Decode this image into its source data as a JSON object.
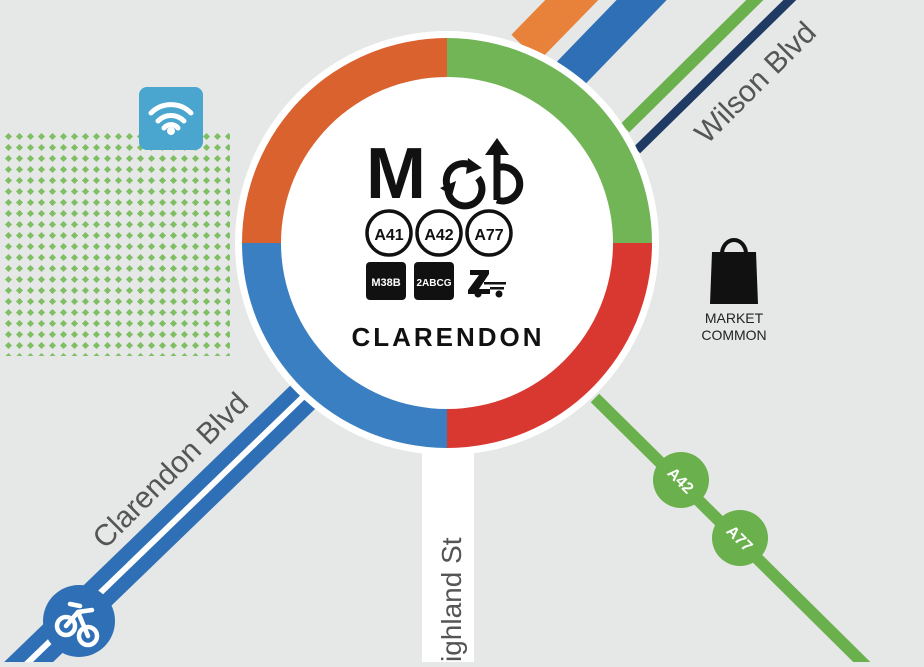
{
  "map": {
    "colors": {
      "background": "#e6e7e7",
      "orange": "#e8823a",
      "blue": "#2f6fb5",
      "green": "#6ab04c",
      "navy": "#1f3a63",
      "red": "#d93a33",
      "teal": "#4aa6cf",
      "ring_orange": "#d9622f",
      "ring_green": "#71b556",
      "ring_red": "#d8382f",
      "ring_blue": "#3a7fc1"
    },
    "station": {
      "name": "CLARENDON",
      "metro_letter": "M",
      "routes": [
        "A41",
        "A42",
        "A77"
      ],
      "badges": [
        "M38B",
        "2ABCG"
      ]
    },
    "streets": {
      "wilson": "Wilson Blvd",
      "clarendon": "Clarendon Blvd",
      "highland": "ighland St"
    },
    "poi": {
      "market_line1": "MARKET",
      "market_line2": "COMMON"
    },
    "route_markers": [
      "A42",
      "A77"
    ],
    "icons": {
      "wifi": "wifi-icon",
      "bike": "bike-icon",
      "shopping_bag": "shopping-bag-icon",
      "bike_share": "bike-share-icon",
      "car_share": "car-share-icon"
    }
  }
}
